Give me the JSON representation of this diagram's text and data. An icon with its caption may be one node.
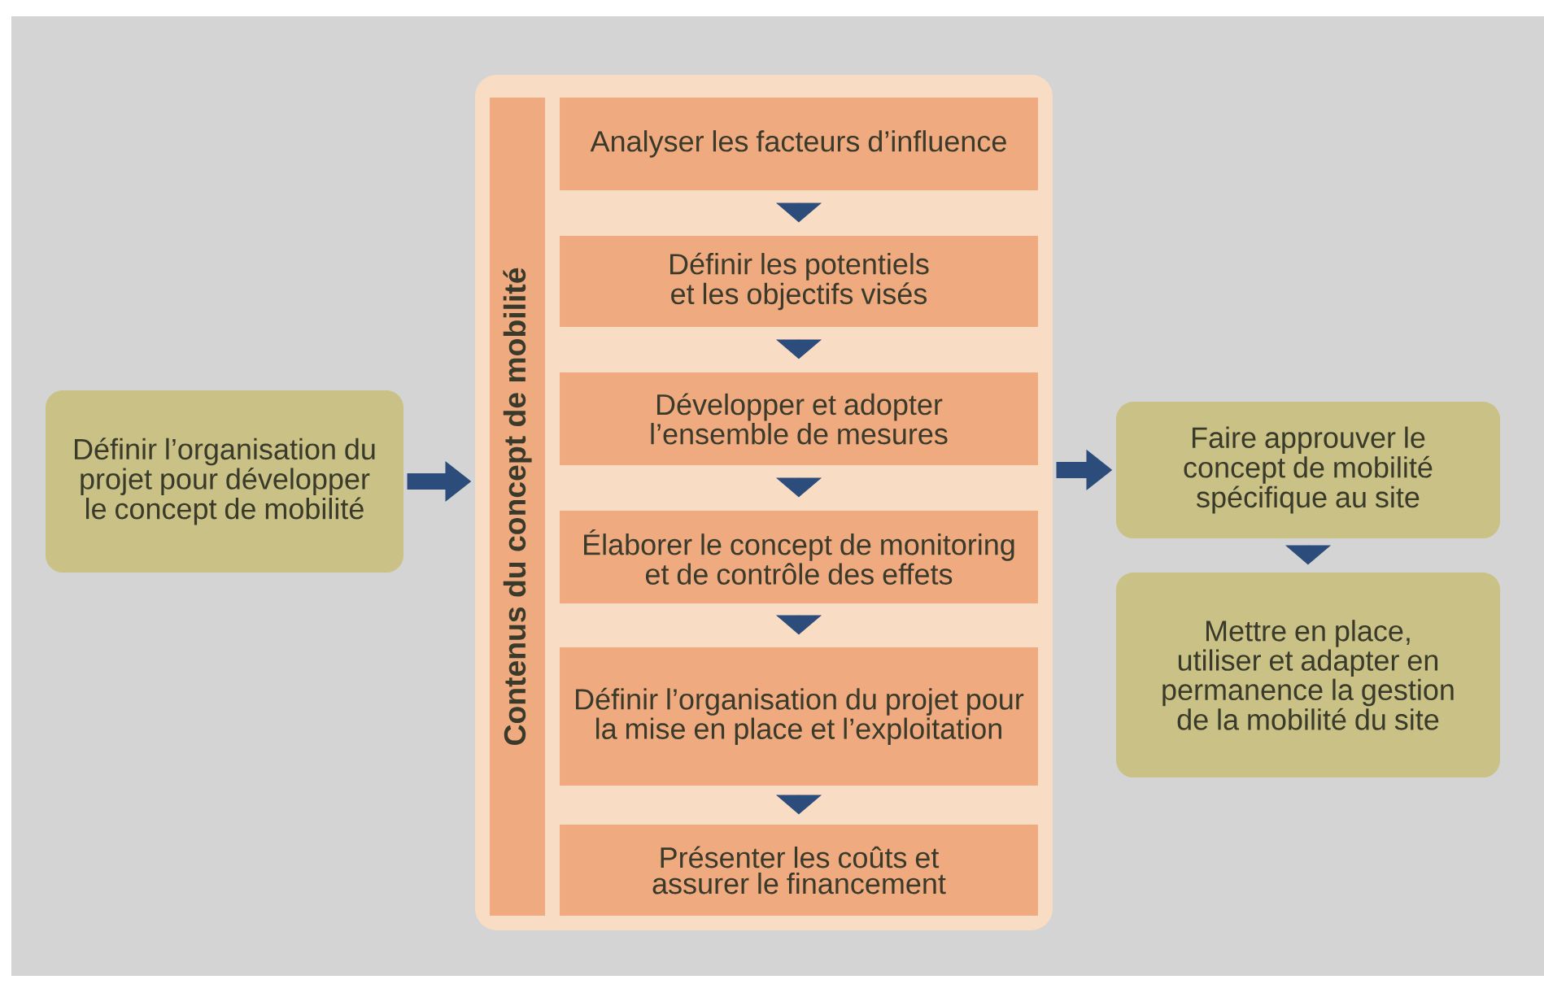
{
  "diagram": {
    "nodes": [
      {
        "text": [
          "Définir l’organisation du projet pour développer le concept de mobilité"
        ]
      },
      {
        "text": [],
        "shape": "box"
      },
      {
        "text": [
          "Contenus du concept de mobilité"
        ],
        "in": 1
      },
      {
        "text": [
          "Analyser les facteurs d’influence"
        ],
        "in": 1
      },
      {
        "text": [
          "Définir les potentiels et les objectifs visés"
        ],
        "in": 1
      },
      {
        "text": [
          "Développer et adopter l’ensemble de mesures"
        ],
        "in": 1
      },
      {
        "text": [
          "Élaborer le concept de monitoring et de contrôle des effets"
        ],
        "in": 1
      },
      {
        "text": [
          "Définir l’organisation du projet pour la mise en place et l’exploitation"
        ],
        "in": 1
      },
      {
        "text": [
          "Présenter les coûts et assurer le financement"
        ],
        "in": 1
      },
      {
        "text": [
          "Faire approuver le concept de mobilité spécifique au site"
        ]
      },
      {
        "text": [
          "Mettre en place, utiliser et adapter en permanence la gestion de la mobilité du site"
        ]
      }
    ],
    "edges": [
      {
        "from": 0,
        "to": 1,
        "arrow": "to",
        "style": "thick"
      },
      {
        "from": 1,
        "to": 9,
        "arrow": "to",
        "style": "thick"
      },
      {
        "from": 3,
        "to": 4,
        "arrow": "to"
      },
      {
        "from": 4,
        "to": 5,
        "arrow": "to"
      },
      {
        "from": 5,
        "to": 6,
        "arrow": "to"
      },
      {
        "from": 6,
        "to": 7,
        "arrow": "to"
      },
      {
        "from": 7,
        "to": 8,
        "arrow": "to"
      },
      {
        "from": 9,
        "to": 10,
        "arrow": "to"
      }
    ]
  }
}
